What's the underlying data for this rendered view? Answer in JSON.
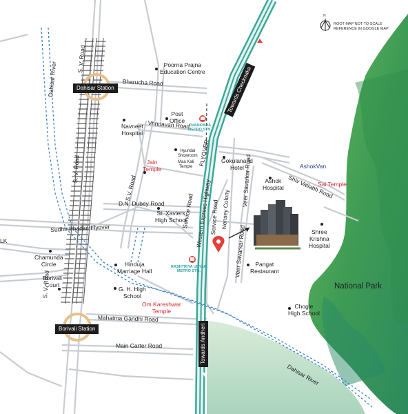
{
  "north_note": {
    "line1": "ROOT MAP NOT TO SCALE",
    "line2": "REFERENCE IN GOOGLE MAP",
    "north_letter": "N"
  },
  "stations": {
    "dahisar": "Dahisar Station",
    "borivali": "Borivali Station"
  },
  "metro": {
    "ovaripada": "OVARIPADA\nMETRO STN.",
    "rashtriya": "RASHTRIYA UDYAN\nMETRO STN."
  },
  "directions": {
    "checknaka": "Towards Checknaka",
    "andheri": "Towards Andheri"
  },
  "roads": {
    "sv_road_top": "S. V. Road",
    "sv_road_left": "S. V. Road",
    "sv_road_bottom": "S. V. Road",
    "sv_road_center": "S.V. Road",
    "bharucha": "Bharucha Road",
    "vrindavan": "Vrindavan Road",
    "dn_dubey": "D.N. Dubey Road",
    "sudhir_flyover": "Sudhir Phadke Flyover",
    "mahatma_gandhi": "Mahatma Gandhi Road",
    "main_carter": "Main Carter Road",
    "service_road_left": "Service Road",
    "service_road_right": "Service Road",
    "western_express": "Western Express Highway",
    "nensey_colony": "Nensey Colony",
    "veer_savarkar_top": "Veer Savarkar Road",
    "veer_savarkar_bottom": "Veer Savarkar Road",
    "shiv_vallabh": "Shiv Vallabh Road",
    "dahisar_river_top": "Dahisar River",
    "dahisar_river_bottom": "Dahisar River",
    "flyover_label": "FLYOVER",
    "partial_left": "LK"
  },
  "places": {
    "poorna_prajna": "Poorna Prajna\nEducation Centre",
    "post_office": "Post\nOffice",
    "navneet": "Navneet\nHospital",
    "hyundai": "Hyundai\nShowroom",
    "maa_kali": "Maa Kali\nTemple",
    "jain_temple": "Jain\nTemple",
    "gokulanand": "Gokulanand\nHotel",
    "ashok_hospital": "Ashok\nHospital",
    "ashokvan": "AshokVan",
    "sai_temple": "Sai Temple",
    "st_xaviers": "St. Xaviers\nHigh School",
    "shree_krishna": "Shree\nKrishna\nHospital",
    "chamunda": "Chamunda\nCircle",
    "borivali_court": "Borivali\nCourt",
    "hinduja": "Hinduja\nMarriage Hall",
    "pangat": "Pangat\nRestaurant",
    "gh_high": "G. H. High\nSchool",
    "national_park": "National Park",
    "om_kareshwar": "Om Kareshwar\nTemple",
    "chogle": "Chogle\nHigh School"
  },
  "colors": {
    "park": "#4faa5a",
    "river": "#3a7fc8",
    "highway": "#3aa89a",
    "project_marker": "#e2403a",
    "station_ring": "#e8c08a"
  }
}
